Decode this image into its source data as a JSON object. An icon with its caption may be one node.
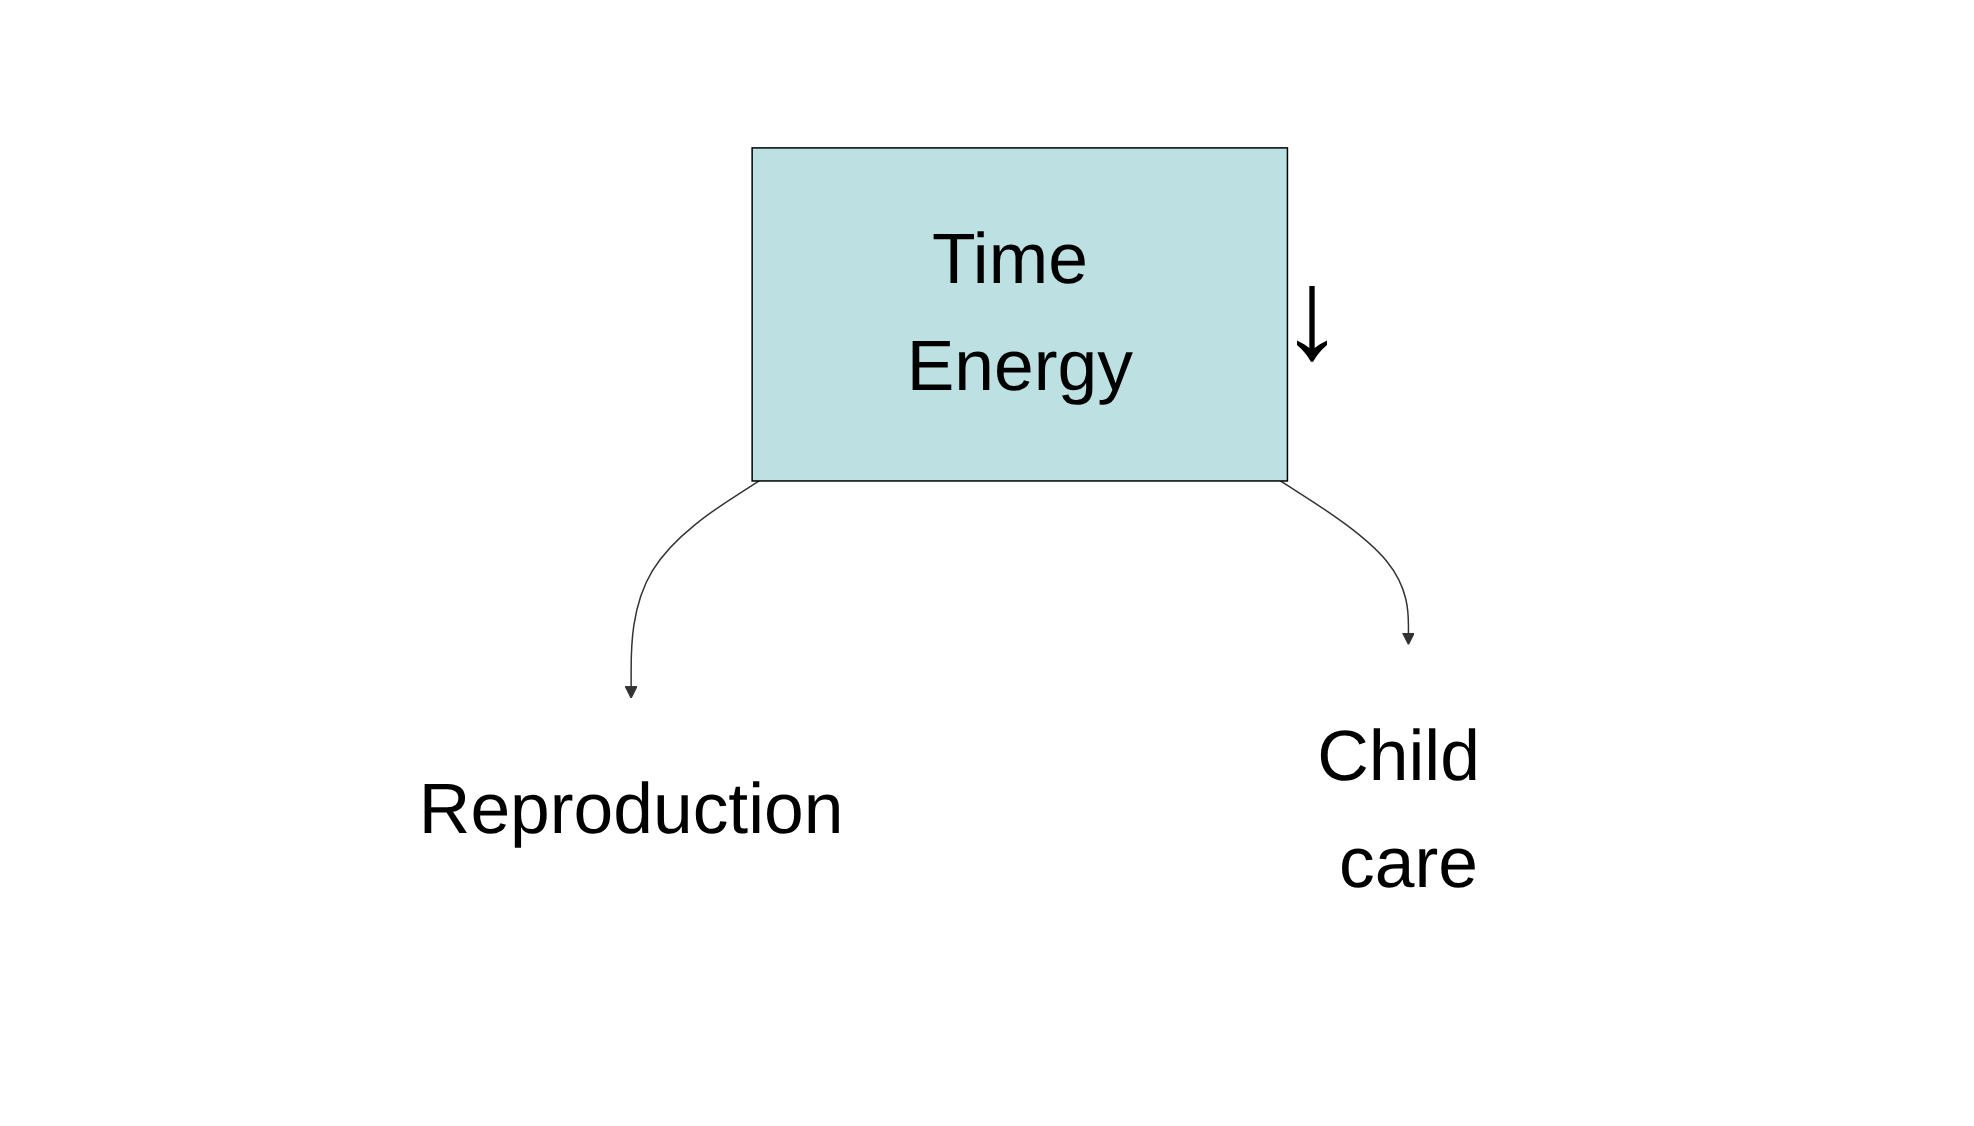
{
  "diagram": {
    "nodes": [
      {
        "text": [
          "Time Energy"
        ]
      },
      {
        "text": [
          "Reproduction"
        ]
      },
      {
        "text": [
          "Child care"
        ]
      }
    ],
    "edges": [
      {
        "from": 0,
        "to": 1,
        "arrow": "to"
      },
      {
        "from": 0,
        "to": 2,
        "arrow": "to"
      }
    ],
    "labels": [
      "↓"
    ]
  }
}
